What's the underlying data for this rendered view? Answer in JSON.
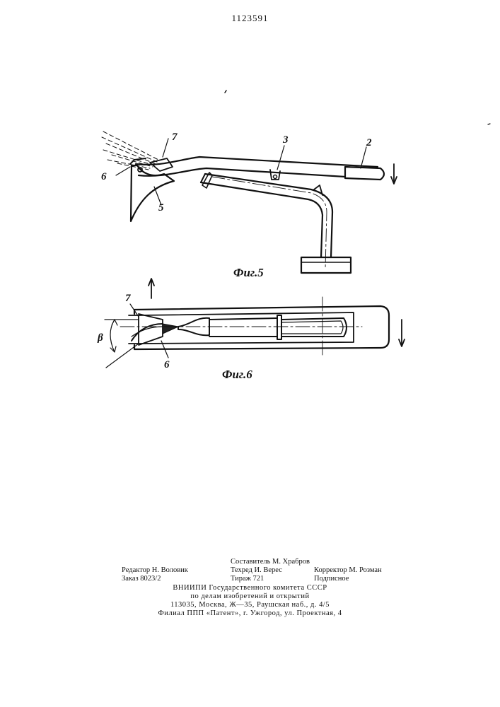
{
  "patent_number": "1123591",
  "fig5": {
    "caption": "Фиг.5",
    "labels": {
      "l2": "2",
      "l3": "3",
      "l5": "5",
      "l6": "6",
      "l7": "7"
    }
  },
  "fig6": {
    "caption": "Фиг.6",
    "labels": {
      "l6": "6",
      "l7": "7",
      "beta": "β"
    }
  },
  "imprint": {
    "compiler": "Составитель М. Храбров",
    "editor": "Редактор Н. Воловик",
    "techred": "Техред И. Верес",
    "corrector": "Корректор М. Розман",
    "order": "Заказ 8023/2",
    "circulation": "Тираж 721",
    "subscription": "Подписное",
    "org_line1": "ВНИИПИ Государственного комитета СССР",
    "org_line2": "по делам изобретений и открытий",
    "address": "113035, Москва, Ж—35, Раушская наб., д. 4/5",
    "branch": "Филиал ППП «Патент», г. Ужгород, ул. Проектная, 4"
  }
}
